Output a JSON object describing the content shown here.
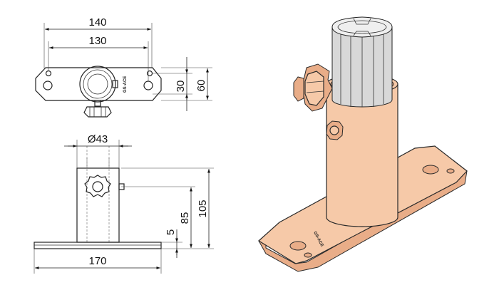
{
  "dimensions": {
    "top_view": {
      "overall_width": "140",
      "hole_spacing": "130",
      "tube_center_offset": "30",
      "overall_depth": "60"
    },
    "front_view": {
      "tube_diameter": "Ø43",
      "plate_width": "170",
      "plate_thickness": "5",
      "knob_height": "85",
      "overall_height": "105"
    }
  },
  "branding": {
    "top_view_label": "GS-ACE",
    "iso_view_label": "GS-ACE"
  },
  "colors": {
    "line": "#222222",
    "base_fill": "#f6c9a8",
    "tube_fill": "#d8d8d8"
  }
}
